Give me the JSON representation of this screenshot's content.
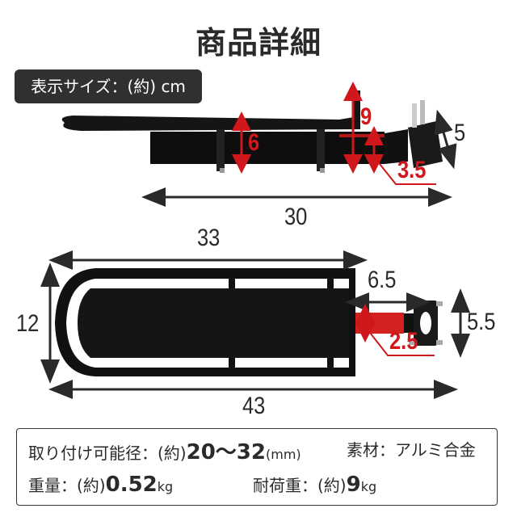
{
  "header": {
    "title": "商品詳細",
    "unit_badge": "表示サイズ：(約) cm"
  },
  "side_view": {
    "dimensions": {
      "frame_height": "6",
      "mount_height": "9",
      "tube_height": "3.5",
      "clamp_width": "5",
      "length": "30"
    }
  },
  "top_view": {
    "dimensions": {
      "platform_length": "33",
      "width": "12",
      "seatpost_extension": "6.5",
      "tube_diameter": "2.5",
      "clamp_height": "5.5",
      "total_length": "43"
    }
  },
  "specs": {
    "mount_diameter": {
      "label": "取り付け可能径：(約)",
      "value": "20〜32",
      "unit": "(mm)"
    },
    "material": {
      "label": "素材：",
      "value": "アルミ合金"
    },
    "weight": {
      "label": "重量：(約)",
      "value": "0.52",
      "unit": "kg"
    },
    "load_capacity": {
      "label": "耐荷重：(約)",
      "value": "9",
      "unit": "kg"
    }
  },
  "colors": {
    "accent_red": "#d0171b",
    "dark": "#2a2a2a",
    "badge_bg": "#303030",
    "product_black": "#111111"
  }
}
